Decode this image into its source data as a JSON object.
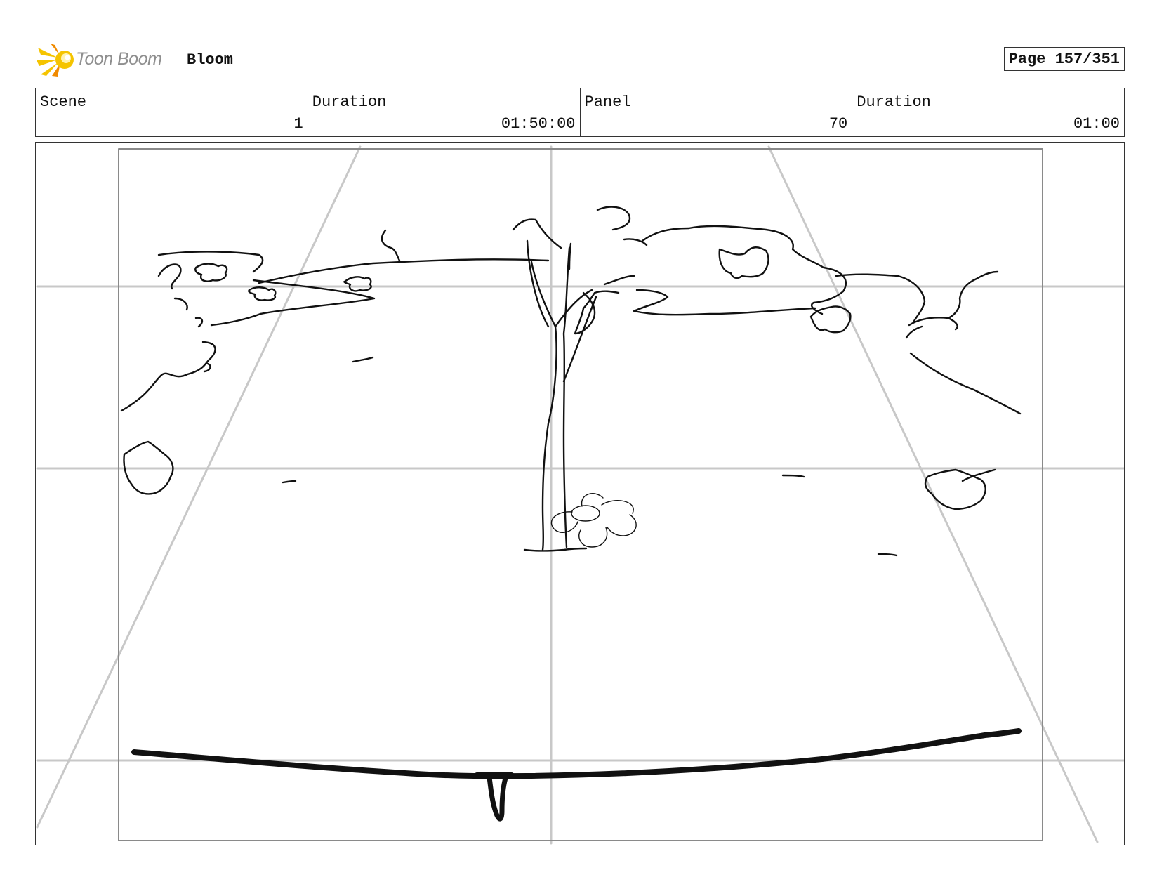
{
  "header": {
    "brand": "Toon Boom",
    "project_title": "Bloom",
    "page_label": "Page 157/351"
  },
  "info_bar": {
    "scene_label": "Scene",
    "scene_value": "1",
    "scene_duration_label": "Duration",
    "scene_duration_value": "01:50:00",
    "panel_label": "Panel",
    "panel_value": "70",
    "panel_duration_label": "Duration",
    "panel_duration_value": "01:00"
  },
  "colors": {
    "logo_yellow": "#f5c400",
    "logo_orange": "#f08a00",
    "guide_gray": "#c8c8c8",
    "frame_gray": "#8a8a8a",
    "ink": "#111111"
  }
}
